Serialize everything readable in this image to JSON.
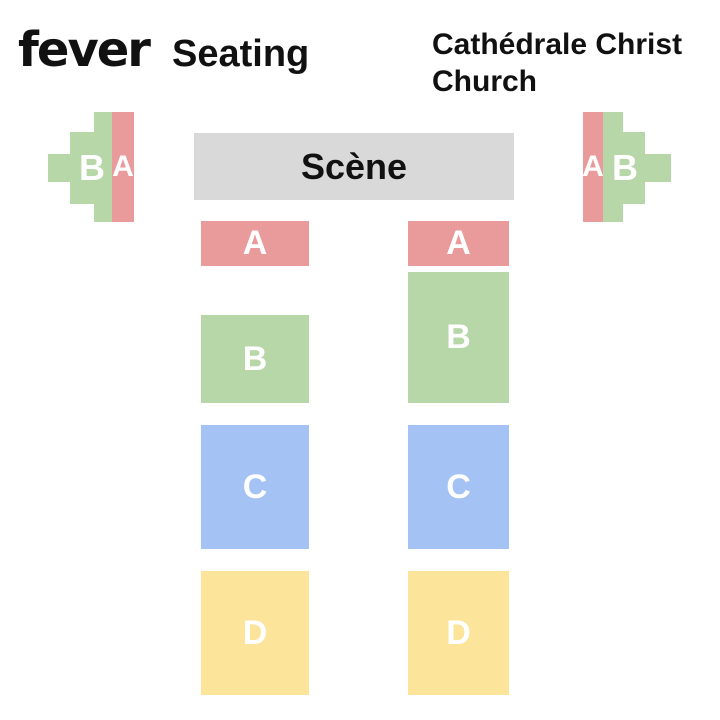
{
  "header": {
    "logo": "fever",
    "title": "Seating",
    "venue_line1": "Cathédrale Christ",
    "venue_line2": "Church"
  },
  "stage": {
    "label": "Scène"
  },
  "sections": {
    "a": "A",
    "b": "B",
    "c": "C",
    "d": "D"
  },
  "colors": {
    "section_a": "#e99a9a",
    "section_b": "#b7d7a8",
    "section_c": "#a4c2f4",
    "section_d": "#fde49b",
    "stage": "#d9d9d9"
  }
}
